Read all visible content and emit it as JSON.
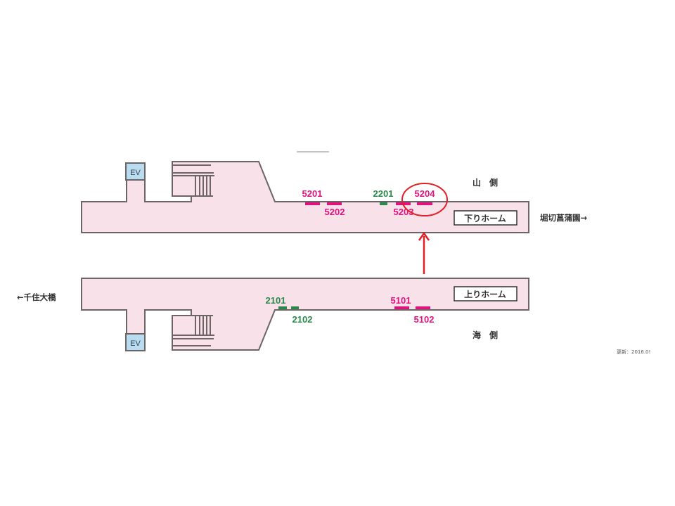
{
  "diagram": {
    "colors": {
      "platform_fill": "#f9e1ea",
      "outline": "#6d6466",
      "ev_fill": "#b9dcf1",
      "magenta": "#e0127e",
      "green": "#2a8a4c",
      "highlight_red": "#e41e25"
    },
    "top_platform": {
      "name": "下りホーム",
      "side_label": "山　側",
      "direction_label": "堀切菖蒲園→",
      "ev_label": "EV",
      "cars": [
        {
          "id": "5201",
          "color": "magenta"
        },
        {
          "id": "5202",
          "color": "magenta"
        },
        {
          "id": "2201",
          "color": "green"
        },
        {
          "id": "5203",
          "color": "magenta"
        },
        {
          "id": "5204",
          "color": "magenta",
          "highlighted": true
        }
      ]
    },
    "bottom_platform": {
      "name": "上りホーム",
      "side_label": "海　側",
      "direction_label": "←千住大橋",
      "ev_label": "EV",
      "cars": [
        {
          "id": "2101",
          "color": "green"
        },
        {
          "id": "2102",
          "color": "green"
        },
        {
          "id": "5101",
          "color": "magenta"
        },
        {
          "id": "5102",
          "color": "magenta"
        }
      ]
    },
    "updated_label": "更新：2016.0!"
  }
}
